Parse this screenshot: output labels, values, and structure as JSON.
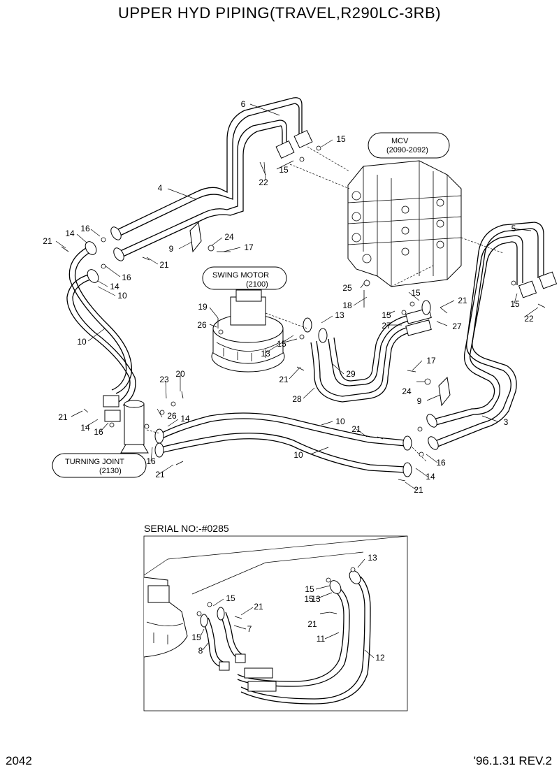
{
  "title": "UPPER HYD PIPING(TRAVEL,R290LC-3RB)",
  "callouts_main": {
    "mcv": [
      "MCV",
      "(2090-2092)"
    ],
    "swing_motor": [
      "SWING MOTOR",
      "(2100)"
    ],
    "turning_joint": [
      "TURNING JOINT",
      "(2130)"
    ]
  },
  "serial_label": "SERIAL NO:-#0285",
  "page_number": "2042",
  "revision": "'96.1.31 REV.2",
  "part_labels": {
    "p6": "6",
    "p15a": "15",
    "p15b": "15",
    "p22a": "22",
    "p4": "4",
    "p21a": "21",
    "p14a": "14",
    "p16a": "16",
    "p24a": "24",
    "p9a": "9",
    "p17a": "17",
    "p21b": "21",
    "p16b": "16",
    "p14b": "14",
    "p10a": "10",
    "p10b": "10",
    "p19": "19",
    "p26a": "26",
    "p13a": "13",
    "p18": "18",
    "p25": "25",
    "p5": "5",
    "p15c": "15",
    "p22b": "22",
    "p15d": "15",
    "p21c": "21",
    "p15e": "15",
    "p27a": "27",
    "p27b": "27",
    "p15f": "15",
    "p13b": "13",
    "p29": "29",
    "p21d": "21",
    "p28": "28",
    "p17b": "17",
    "p24b": "24",
    "p9b": "9",
    "p3": "3",
    "p23": "23",
    "p20": "20",
    "p26b": "26",
    "p14c": "14",
    "p21e": "21",
    "p14d": "14",
    "p16c": "16",
    "p10c": "10",
    "p21f": "21",
    "p16d": "16",
    "p21g": "21",
    "p10d": "10",
    "p16e": "16",
    "p14e": "14",
    "p21h": "21",
    "i13a": "13",
    "i15a": "15",
    "i21a": "21",
    "i15b": "15",
    "i7": "7",
    "i15c": "15",
    "i8": "8",
    "i15d": "15",
    "i13b": "13",
    "i21b": "21",
    "i11": "11",
    "i12": "12"
  }
}
